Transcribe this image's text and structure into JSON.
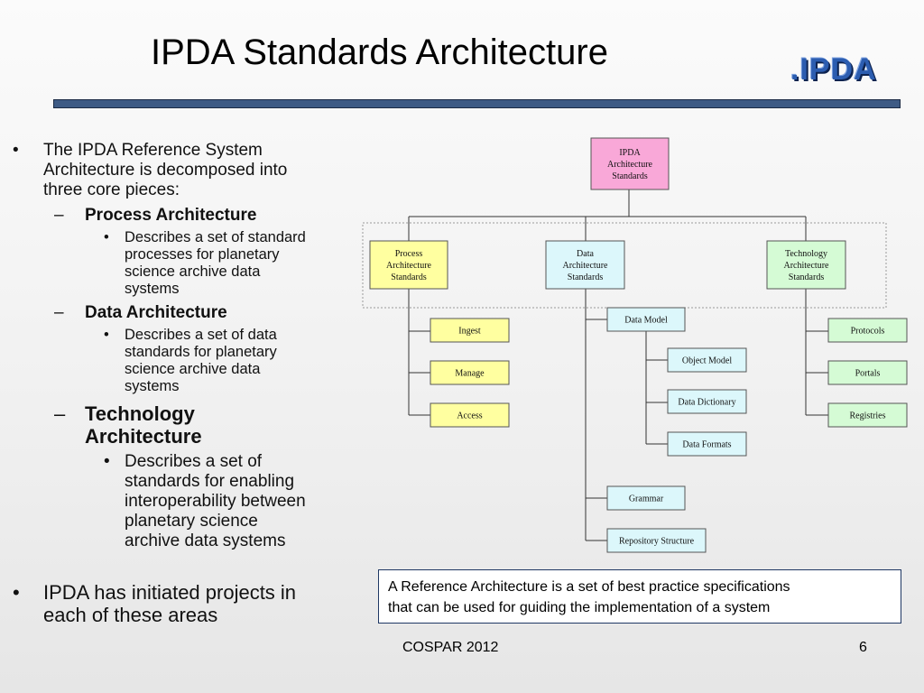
{
  "slide": {
    "title": "IPDA Standards Architecture",
    "logo_text": ".IPDA",
    "footer_center": "COSPAR 2012",
    "page_number": "6"
  },
  "bullets": {
    "intro": [
      "The IPDA Reference System",
      "Architecture is decomposed into",
      "three core pieces:"
    ],
    "process": {
      "heading": "Process Architecture",
      "desc": [
        "Describes a set of standard",
        "processes for planetary",
        "science archive data",
        "systems"
      ]
    },
    "data": {
      "heading": "Data Architecture",
      "desc": [
        "Describes a set of data",
        "standards for planetary",
        "science archive data",
        "systems"
      ]
    },
    "technology": {
      "heading": [
        "Technology",
        "Architecture"
      ],
      "desc": [
        "Describes a set of",
        "standards for enabling",
        "interoperability between",
        "planetary science",
        "archive data systems"
      ]
    },
    "closing": [
      "IPDA has initiated projects in",
      "each of these areas"
    ]
  },
  "diagram": {
    "root": [
      "IPDA",
      "Architecture",
      "Standards"
    ],
    "process": [
      "Process",
      "Architecture",
      "Standards"
    ],
    "data": [
      "Data",
      "Architecture",
      "Standards"
    ],
    "technology": [
      "Technology",
      "Architecture",
      "Standards"
    ],
    "process_children": [
      "Ingest",
      "Manage",
      "Access"
    ],
    "data_model": "Data Model",
    "data_model_children": [
      "Object Model",
      "Data Dictionary",
      "Data Formats"
    ],
    "data_other": [
      "Grammar",
      "Repository Structure"
    ],
    "technology_children": [
      "Protocols",
      "Portals",
      "Registries"
    ],
    "colors": {
      "root": "#f9a8d8",
      "process": "#ffffa0",
      "data": "#dcf7fb",
      "technology": "#d5fbd5",
      "border": "#555555",
      "line": "#333333"
    }
  },
  "callout": {
    "lines": [
      "A Reference Architecture is a set of best practice specifications",
      "that can be used for guiding the implementation of a system"
    ]
  }
}
